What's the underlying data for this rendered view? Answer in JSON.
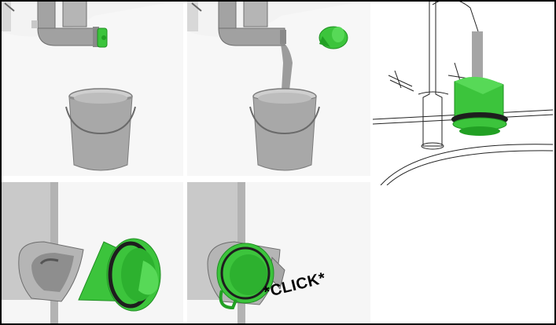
{
  "steps": [
    {
      "id": "step-1",
      "depicts": "drain-pipe-cap-bucket"
    },
    {
      "id": "step-2",
      "depicts": "water-draining-into-bucket"
    },
    {
      "id": "step-3",
      "depicts": "rinse-filter-under-tap"
    },
    {
      "id": "step-4",
      "depicts": "filter-beside-housing"
    },
    {
      "id": "step-5",
      "depicts": "filter-clicked-into-housing"
    }
  ],
  "annotations": {
    "click_label": "*CLICK*"
  },
  "colors": {
    "filter_green": "#3cc43c",
    "filter_green_dark": "#22a024",
    "pipe_gray": "#9a9a9a",
    "bucket_gray": "#a7a7a7",
    "background_shade": "#ececec",
    "gasket_black": "#1e1e1e",
    "water_gray": "#8c8c8c"
  }
}
